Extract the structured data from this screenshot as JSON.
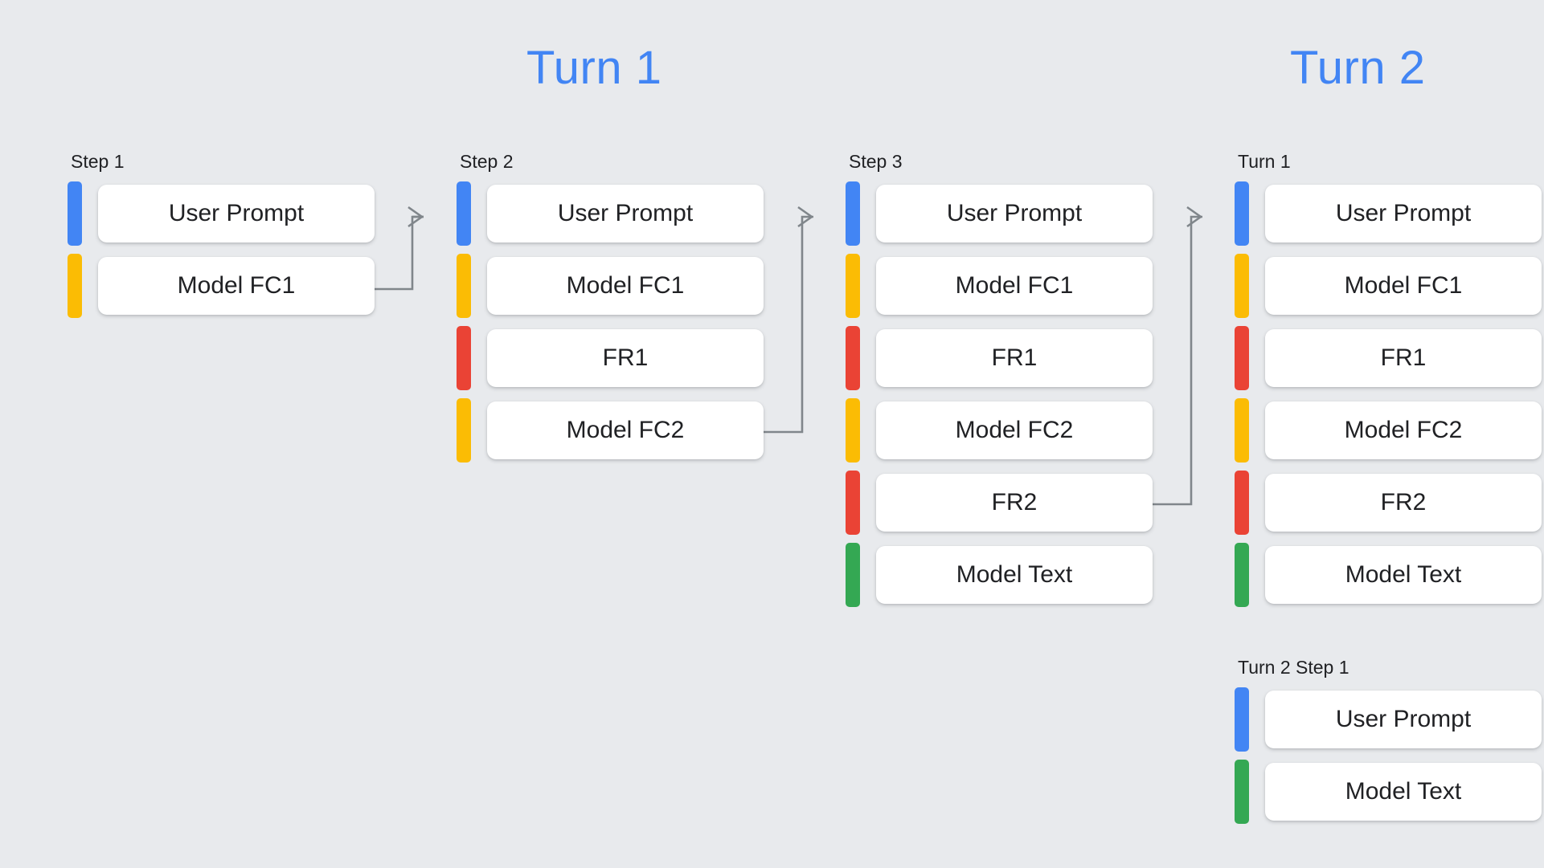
{
  "background_color": "#E8EAED",
  "accent_color": "#4285F4",
  "palette": {
    "blue": "#4285F4",
    "yellow": "#FBBC04",
    "red": "#EA4335",
    "green": "#34A853",
    "connector_gray": "#80868B",
    "card_white": "#FFFFFF",
    "text_dark": "#202124"
  },
  "titles": {
    "turn1": "Turn 1",
    "turn2": "Turn 2"
  },
  "columns": [
    {
      "id": "step-1",
      "label": "Step 1",
      "rows": [
        {
          "color": "blue",
          "label": "User Prompt"
        },
        {
          "color": "yellow",
          "label": "Model FC1"
        }
      ]
    },
    {
      "id": "step-2",
      "label": "Step 2",
      "rows": [
        {
          "color": "blue",
          "label": "User Prompt"
        },
        {
          "color": "yellow",
          "label": "Model FC1"
        },
        {
          "color": "red",
          "label": "FR1"
        },
        {
          "color": "yellow",
          "label": "Model FC2"
        }
      ]
    },
    {
      "id": "step-3",
      "label": "Step 3",
      "rows": [
        {
          "color": "blue",
          "label": "User Prompt"
        },
        {
          "color": "yellow",
          "label": "Model FC1"
        },
        {
          "color": "red",
          "label": "FR1"
        },
        {
          "color": "yellow",
          "label": "Model FC2"
        },
        {
          "color": "red",
          "label": "FR2"
        },
        {
          "color": "green",
          "label": "Model Text"
        }
      ]
    },
    {
      "id": "turn-1-summary",
      "label": "Turn 1",
      "rows": [
        {
          "color": "blue",
          "label": "User Prompt"
        },
        {
          "color": "yellow",
          "label": "Model FC1"
        },
        {
          "color": "red",
          "label": "FR1"
        },
        {
          "color": "yellow",
          "label": "Model FC2"
        },
        {
          "color": "red",
          "label": "FR2"
        },
        {
          "color": "green",
          "label": "Model Text"
        }
      ]
    },
    {
      "id": "turn-2-step-1",
      "label": "Turn 2 Step 1",
      "rows": [
        {
          "color": "blue",
          "label": "User Prompt"
        },
        {
          "color": "green",
          "label": "Model Text"
        }
      ]
    }
  ],
  "connectors": [
    {
      "id": "step1-to-step2",
      "from": "step-1",
      "to": "step-2"
    },
    {
      "id": "step2-to-step3",
      "from": "step-2",
      "to": "step-3"
    },
    {
      "id": "step3-to-turn1",
      "from": "step-3",
      "to": "turn-1-summary"
    }
  ]
}
